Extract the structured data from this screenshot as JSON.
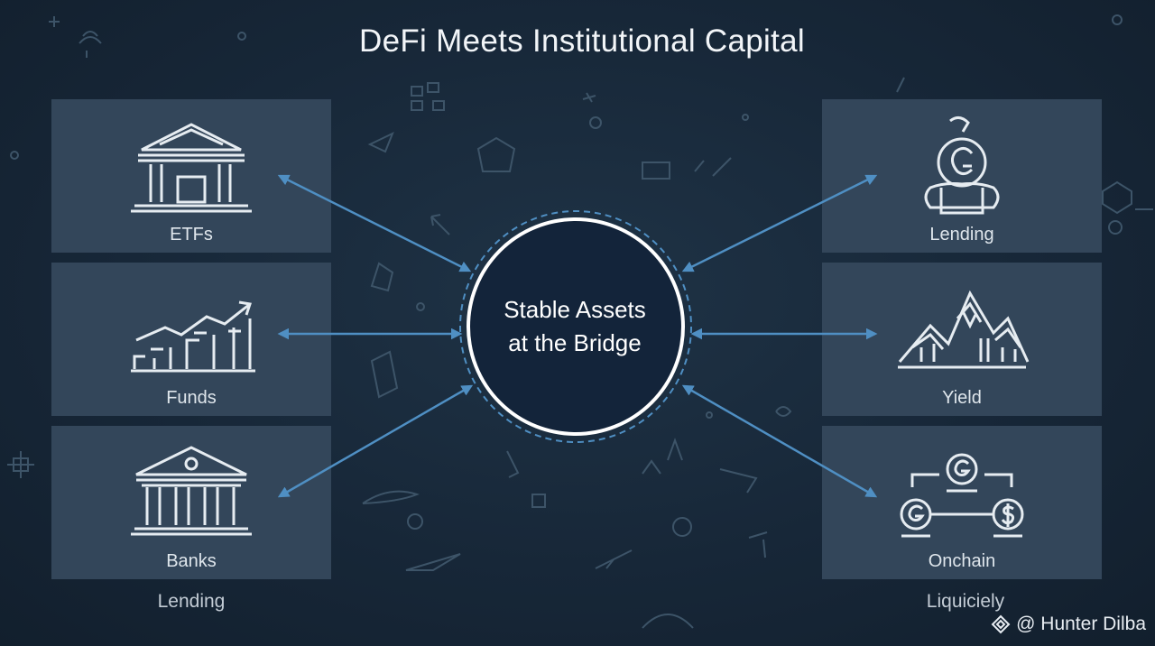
{
  "title": "DeFi Meets Institutional Capital",
  "hub": {
    "line1": "Stable Assets",
    "line2": "at the Bridge"
  },
  "left_cards": [
    {
      "label": "ETFs",
      "icon": "institution-building-icon"
    },
    {
      "label": "Funds",
      "icon": "rising-chart-icon"
    },
    {
      "label": "Banks",
      "icon": "bank-building-icon"
    }
  ],
  "right_cards": [
    {
      "label": "Lending",
      "icon": "coin-hand-icon"
    },
    {
      "label": "Yield",
      "icon": "mountains-icon"
    },
    {
      "label": "Onchain",
      "icon": "coin-network-icon"
    }
  ],
  "footer": {
    "left": "Lending",
    "right": "Liquiciely"
  },
  "credit": {
    "text": "@ Hunter Dilba",
    "logo": "diamond-logo-icon"
  },
  "colors": {
    "background": "#172738",
    "card": "#33465a",
    "arrow": "#4f8fc3",
    "hub_fill": "#13243a",
    "hub_ring": "#ffffff"
  }
}
